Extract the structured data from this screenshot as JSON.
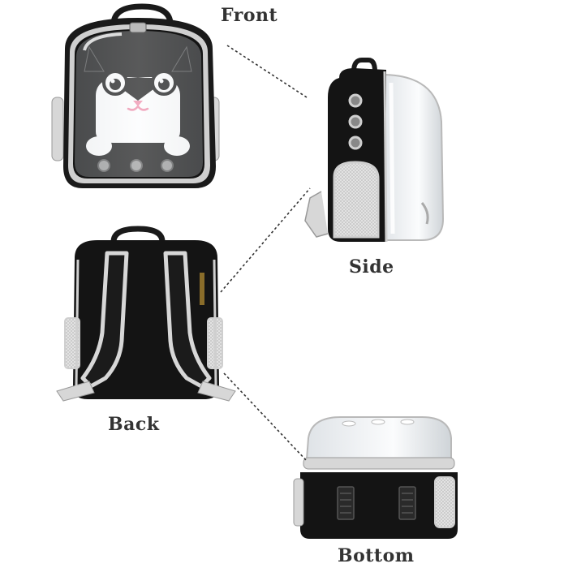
{
  "labels": {
    "front": "Front",
    "side": "Side",
    "back": "Back",
    "bottom": "Bottom"
  },
  "colors": {
    "background": "#ffffff",
    "bag_black": "#141414",
    "trim_grey": "#d7d7d7",
    "dome_clear": "#e9ecef",
    "cat_nose": "#f08aa8",
    "label_text": "#333333",
    "leader_line": "#333333"
  }
}
